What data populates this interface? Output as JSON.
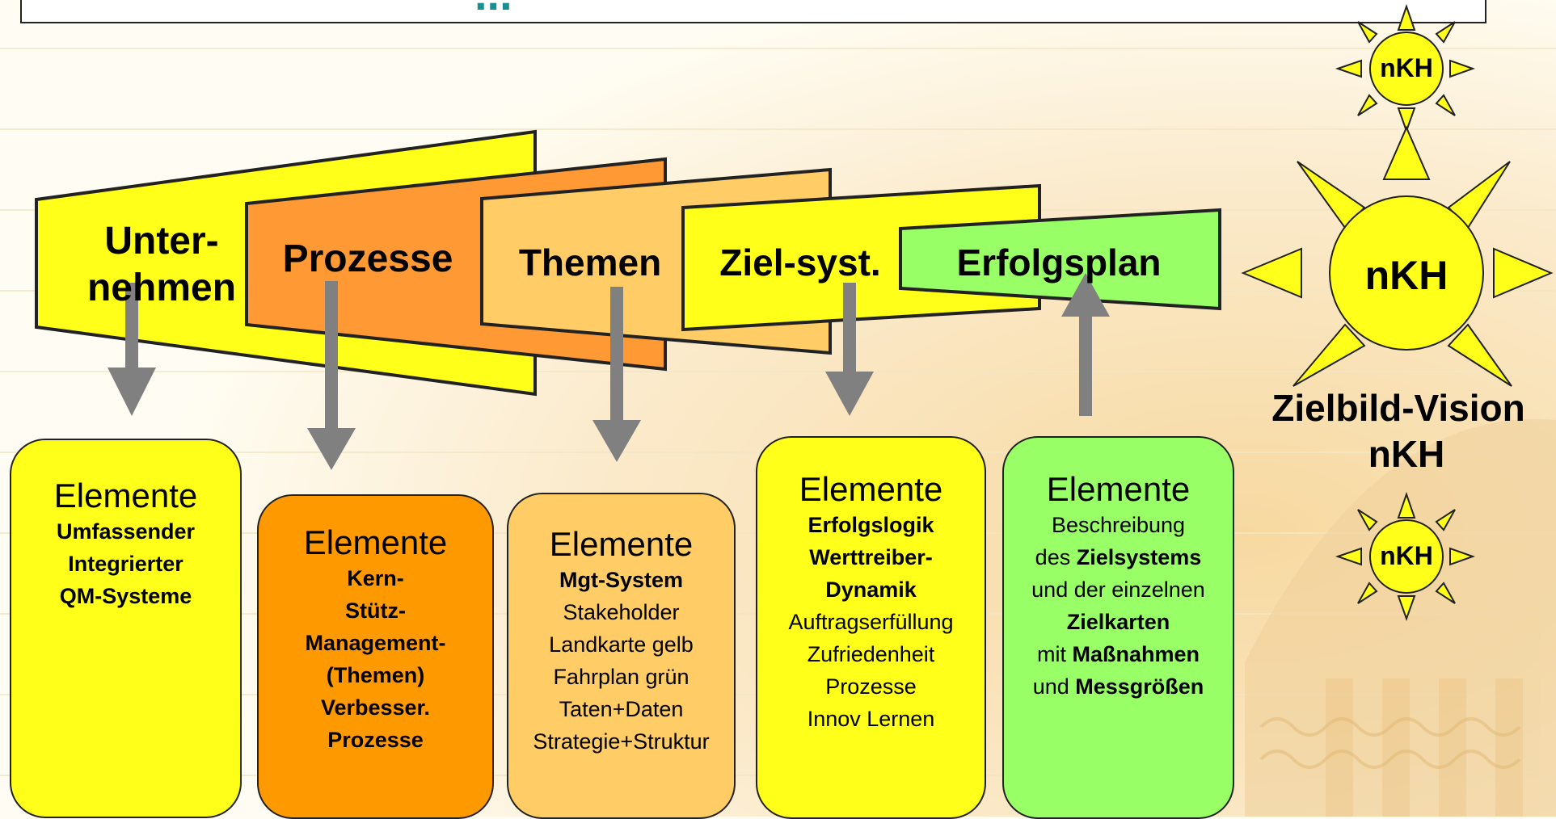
{
  "title": "...",
  "colors": {
    "yellow": "#ffff1a",
    "orange": "#ff9933",
    "orange_box": "#ff9900",
    "tan": "#ffcc66",
    "green": "#99ff66",
    "arrow": "#808080",
    "title": "#1a8f8f"
  },
  "stages": [
    {
      "label": "Unter-\nnehmen"
    },
    {
      "label": "Prozesse"
    },
    {
      "label": "Themen"
    },
    {
      "label": "Ziel-syst."
    },
    {
      "label": "Erfolgsplan"
    }
  ],
  "boxes": [
    {
      "heading": "Elemente",
      "lines": [
        {
          "text": "Umfassender",
          "bold": true
        },
        {
          "text": "Integrierter",
          "bold": true
        },
        {
          "text": "QM-Systeme",
          "bold": true
        }
      ]
    },
    {
      "heading": "Elemente",
      "lines": [
        {
          "text": "Kern-",
          "bold": true
        },
        {
          "text": "Stütz-",
          "bold": true
        },
        {
          "text": "Management-",
          "bold": true
        },
        {
          "text": "(Themen)",
          "bold": true
        },
        {
          "text": "Verbesser.",
          "bold": true
        },
        {
          "text": "Prozesse",
          "bold": true
        }
      ]
    },
    {
      "heading": "Elemente",
      "lines": [
        {
          "text": "Mgt-System",
          "bold": true
        },
        {
          "text": "Stakeholder",
          "bold": false
        },
        {
          "text": "Landkarte gelb",
          "bold": false
        },
        {
          "text": "Fahrplan grün",
          "bold": false
        },
        {
          "text": "Taten+Daten",
          "bold": false
        },
        {
          "text": "Strategie+Struktur",
          "bold": false
        }
      ]
    },
    {
      "heading": "Elemente",
      "lines": [
        {
          "text": "Erfolgslogik",
          "bold": true
        },
        {
          "text": "Werttreiber-",
          "bold": true
        },
        {
          "text": "Dynamik",
          "bold": true
        },
        {
          "text": "Auftragserfüllung",
          "bold": false
        },
        {
          "text": "Zufriedenheit",
          "bold": false
        },
        {
          "text": "Prozesse",
          "bold": false
        },
        {
          "text": "Innov Lernen",
          "bold": false
        }
      ]
    },
    {
      "heading": "Elemente",
      "lines": [
        {
          "text": "Beschreibung",
          "bold": false
        },
        {
          "parts": [
            {
              "t": "des ",
              "b": false
            },
            {
              "t": "Zielsystems",
              "b": true
            }
          ]
        },
        {
          "text": "und der einzelnen",
          "bold": false
        },
        {
          "text": "Zielkarten",
          "bold": true
        },
        {
          "parts": [
            {
              "t": "mit ",
              "b": false
            },
            {
              "t": "Maßnahmen",
              "b": true
            }
          ]
        },
        {
          "parts": [
            {
              "t": "und ",
              "b": false
            },
            {
              "t": "Messgrößen",
              "b": true
            }
          ]
        }
      ]
    }
  ],
  "suns": {
    "small_label": "nKH",
    "large_label": "nKH",
    "caption_line1": "Zielbild-Vision",
    "caption_line2": "nKH"
  }
}
